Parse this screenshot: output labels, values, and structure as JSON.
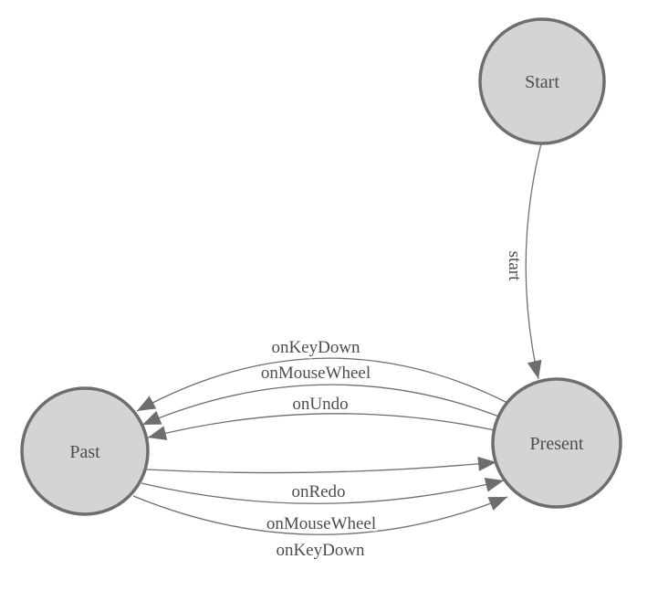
{
  "diagram": {
    "colors": {
      "node_fill": "#d4d4d4",
      "node_stroke": "#6e6e6e",
      "edge_stroke": "#6e6e6e",
      "arrow_fill": "#6e6e6e",
      "label_text": "#4d4d4d"
    },
    "nodes": [
      {
        "id": "start",
        "label": "Start"
      },
      {
        "id": "present",
        "label": "Present"
      },
      {
        "id": "past",
        "label": "Past"
      }
    ],
    "edges": [
      {
        "id": "start-to-present",
        "from": "Start",
        "to": "Present",
        "label": "start"
      },
      {
        "id": "present-to-past-onkeydown",
        "from": "Present",
        "to": "Past",
        "label": "onKeyDown"
      },
      {
        "id": "present-to-past-onmousewheel",
        "from": "Present",
        "to": "Past",
        "label": "onMouseWheel"
      },
      {
        "id": "present-to-past-onundo",
        "from": "Present",
        "to": "Past",
        "label": "onUndo"
      },
      {
        "id": "past-to-present-onredo",
        "from": "Past",
        "to": "Present",
        "label": "onRedo"
      },
      {
        "id": "past-to-present-onmousewheel",
        "from": "Past",
        "to": "Present",
        "label": "onMouseWheel"
      },
      {
        "id": "past-to-present-onkeydown",
        "from": "Past",
        "to": "Present",
        "label": "onKeyDown"
      }
    ]
  }
}
